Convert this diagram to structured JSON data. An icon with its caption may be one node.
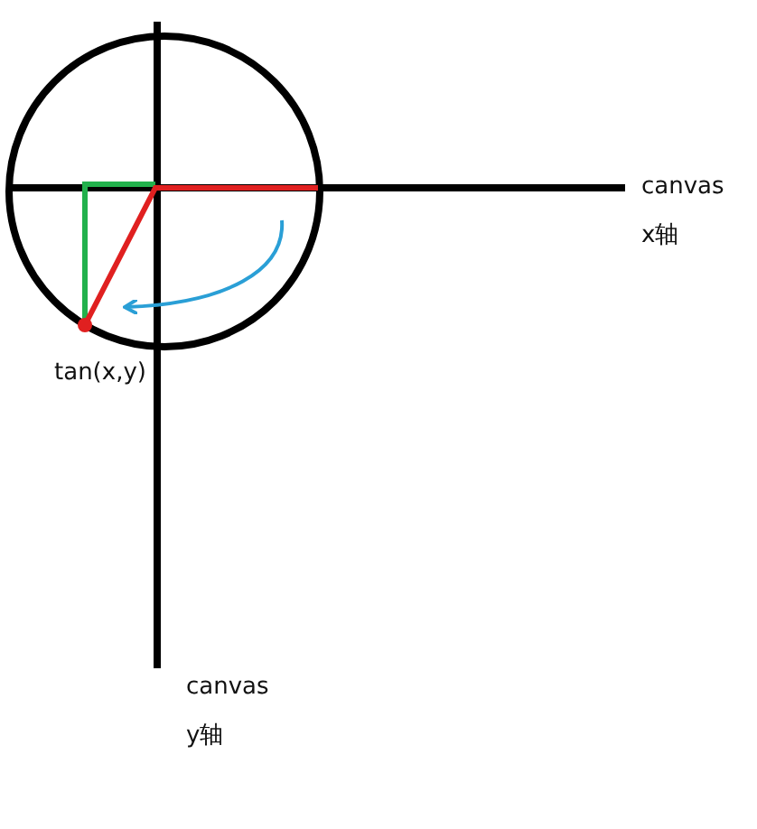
{
  "diagram": {
    "labels": [
      "canvas x轴",
      "tan(x,y)",
      "canvas y轴"
    ]
  }
}
